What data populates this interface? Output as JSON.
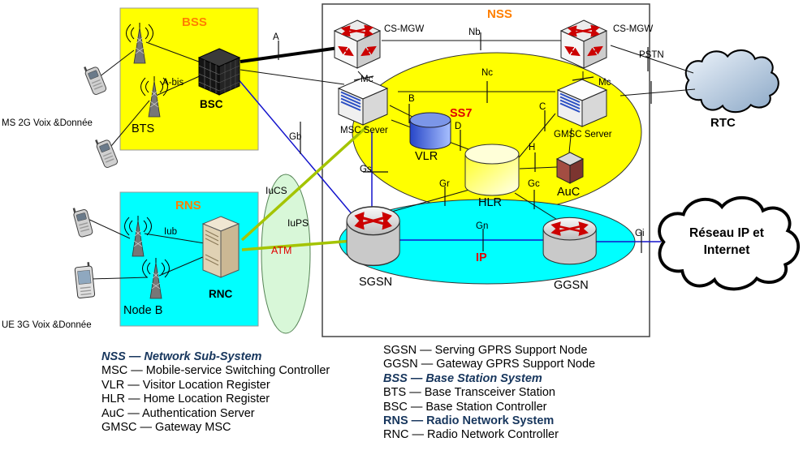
{
  "colors": {
    "yellow": "#ffff00",
    "cyan": "#00ffff",
    "orange": "#ff7f00",
    "red": "#e00000",
    "navy": "#17365d",
    "blue_line": "#1414cc",
    "green_line": "#a4c400",
    "atm_green": "#d4f7d4",
    "arrow_red": "#cc0000"
  },
  "diagram": {
    "bss_label": "BSS",
    "rns_label": "RNS",
    "nss_label": "NSS",
    "ss7_label": "SS7",
    "ip_label": "IP",
    "atm_label": "ATM",
    "nodes": {
      "bts": "BTS",
      "bsc": "BSC",
      "node_b": "Node B",
      "rnc": "RNC",
      "cs_mgw_left": "CS-MGW",
      "cs_mgw_right": "CS-MGW",
      "msc": "MSC Sever",
      "gmsc": "GMSC Server",
      "vlr": "VLR",
      "hlr": "HLR",
      "auc": "AuC",
      "sgsn": "SGSN",
      "ggsn": "GGSN",
      "rtc": "RTC",
      "internet_line1": "Réseau IP et",
      "internet_line2": "Internet"
    },
    "interfaces": {
      "a": "A",
      "a_bis": "A-bis",
      "iub": "Iub",
      "gb": "Gb",
      "iucs": "IuCS",
      "iups": "IuPS",
      "nb": "Nb",
      "nc": "Nc",
      "mc_left": "Mc",
      "mc_right": "Mc",
      "pstn": "PSTN",
      "b": "B",
      "c": "C",
      "d": "D",
      "h": "H",
      "gs": "Gs",
      "gr": "Gr",
      "gc": "Gc",
      "gn": "Gn",
      "gi": "Gi"
    },
    "captions": {
      "ms_2g": "MS 2G Voix &Donnée",
      "ue_3g": "UE 3G Voix &Donnée"
    }
  },
  "legend": {
    "left": [
      "NSS — Network Sub-System",
      "MSC — Mobile-service Switching Controller",
      "VLR — Visitor Location Register",
      "HLR — Home Location Register",
      "AuC — Authentication Server",
      "GMSC — Gateway MSC"
    ],
    "right": [
      "SGSN — Serving GPRS Support Node",
      "GGSN — Gateway GPRS Support Node",
      "BSS — Base Station System",
      "BTS — Base Transceiver Station",
      "BSC — Base Station Controller",
      "RNS — Radio Network System",
      "RNC — Radio Network Controller"
    ]
  }
}
